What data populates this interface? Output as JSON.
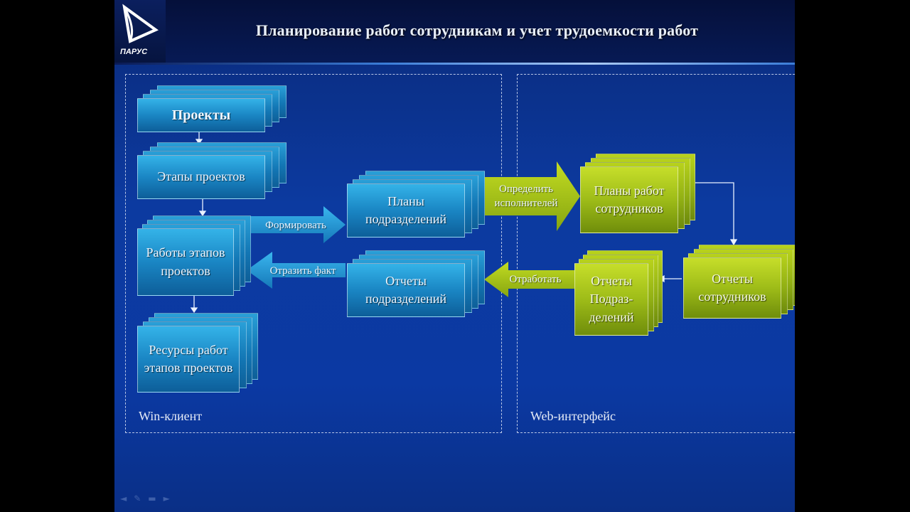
{
  "title": "Планирование работ сотрудникам и учет трудоемкости работ",
  "logo": {
    "icon": "parus-logo",
    "text": "ПАРУС"
  },
  "panels": {
    "win": "Win-клиент",
    "web": "Web-интерфейс"
  },
  "docs": {
    "projects": "Проекты",
    "stages": "Этапы проектов",
    "works": "Работы этапов проектов",
    "resources": "Ресурсы работ этапов проектов",
    "dept_plans": "Планы подразделений",
    "dept_reports": "Отчеты подразделений",
    "emp_plans": "Планы работ сотрудников",
    "emp_reports": "Отчеты сотрудников",
    "dept_reports_web": "Отчеты Подраз-делений"
  },
  "arrows": {
    "form": "Формировать",
    "reflect": "Отразить факт",
    "assign": "Определить исполнителей",
    "work_off": "Отработать"
  },
  "colors": {
    "blue_doc": "#1a86c4",
    "green_doc": "#9ebc18",
    "background": "#0c3aa0"
  },
  "nav_icons": [
    "prev-icon",
    "edit-icon",
    "menu-icon",
    "next-icon"
  ]
}
